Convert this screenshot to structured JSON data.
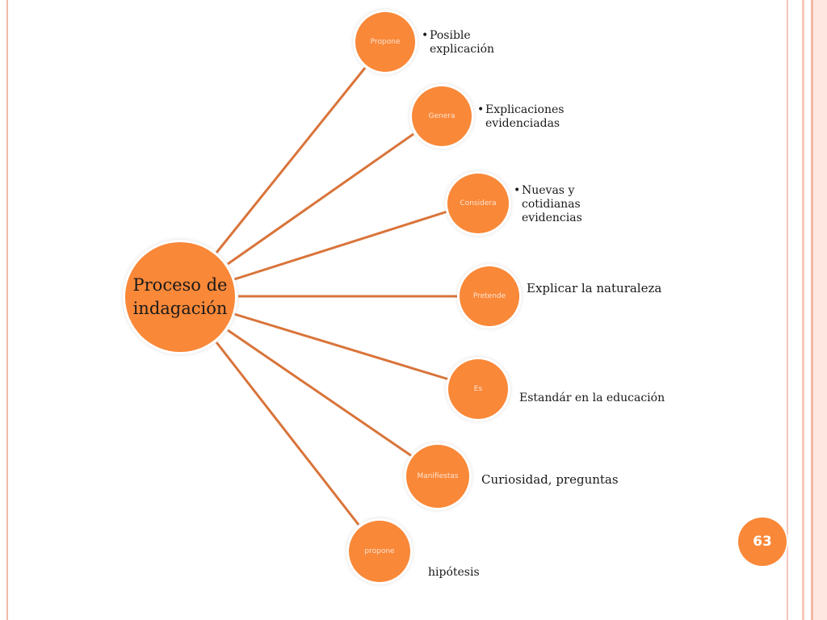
{
  "center": {
    "label": "Proceso de\nindagación"
  },
  "branches": [
    {
      "verb": "Propone",
      "description": [
        "Posible",
        "explicación"
      ],
      "bullet": true
    },
    {
      "verb": "Genera",
      "description": [
        "Explicaciones",
        "evidenciadas"
      ],
      "bullet": true
    },
    {
      "verb": "Considera",
      "description": [
        "Nuevas y",
        "cotidianas",
        "evidencias"
      ],
      "bullet": true
    },
    {
      "verb": "Pretende",
      "description": [
        "Explicar la naturaleza"
      ],
      "bullet": false
    },
    {
      "verb": "Es",
      "description": [
        "Estandár en la educación"
      ],
      "bullet": false
    },
    {
      "verb": "Manifiestas",
      "description": [
        "Curiosidad, preguntas"
      ],
      "bullet": false
    },
    {
      "verb": "propone",
      "description": [
        "hipótesis"
      ],
      "bullet": false
    }
  ],
  "page_number": "63",
  "colors": {
    "node_fill": "#f98838",
    "connector": "#d9743a",
    "frame": "#f4b8a8"
  }
}
